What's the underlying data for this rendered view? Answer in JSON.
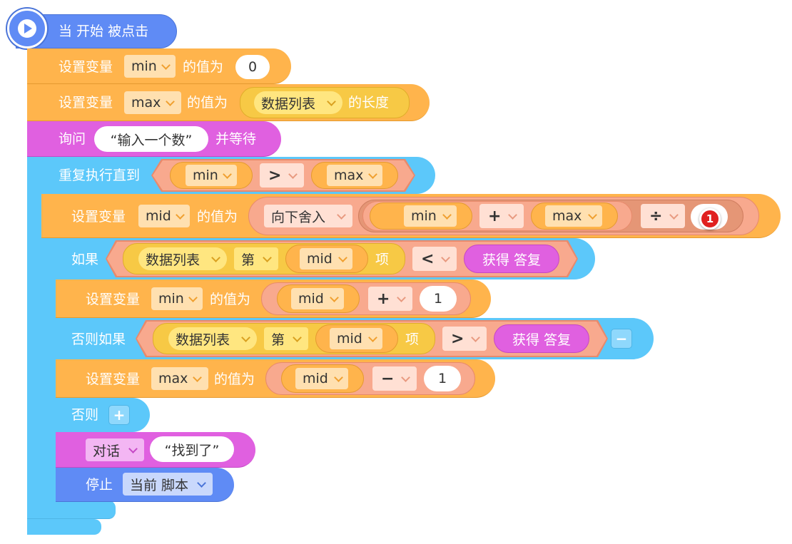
{
  "colors": {
    "event": "#5f8bf5",
    "variable": "#ffb44c",
    "looks": "#e060e0",
    "control": "#5cc8fa",
    "operator": "#f8a98e",
    "list": "#f7c945",
    "dropdown": "#ffe0b0"
  },
  "hat": {
    "label": "当 开始 被点击"
  },
  "b1": {
    "label": "设置变量",
    "var": "min",
    "mid": "的值为",
    "value": "0"
  },
  "b2": {
    "label": "设置变量",
    "var": "max",
    "mid": "的值为",
    "list": "数据列表",
    "tail": "的长度"
  },
  "b3": {
    "label": "询问",
    "q": "“输入一个数”",
    "tail": "并等待"
  },
  "rep": {
    "label": "重复执行直到",
    "left": "min",
    "op": ">",
    "right": "max"
  },
  "b4": {
    "label": "设置变量",
    "var": "mid",
    "mid": "的值为",
    "round": "向下舍入",
    "a": "min",
    "plus": "+",
    "b": "max",
    "div": "÷",
    "badge": "1"
  },
  "if": {
    "label": "如果",
    "list": "数据列表",
    "di": "第",
    "idx": "mid",
    "xiang": "项",
    "op": "<",
    "ans": "获得 答复"
  },
  "b5": {
    "label": "设置变量",
    "var": "min",
    "mid": "的值为",
    "a": "mid",
    "op": "+",
    "n": "1"
  },
  "elif": {
    "label": "否则如果",
    "list": "数据列表",
    "di": "第",
    "idx": "mid",
    "xiang": "项",
    "op": ">",
    "ans": "获得 答复",
    "minus": "−"
  },
  "b6": {
    "label": "设置变量",
    "var": "max",
    "mid": "的值为",
    "a": "mid",
    "op": "−",
    "n": "1"
  },
  "else": {
    "label": "否则",
    "plus": "+"
  },
  "say": {
    "label": "对话",
    "text": "“找到了”"
  },
  "stop": {
    "label": "停止",
    "opt": "当前 脚本"
  }
}
